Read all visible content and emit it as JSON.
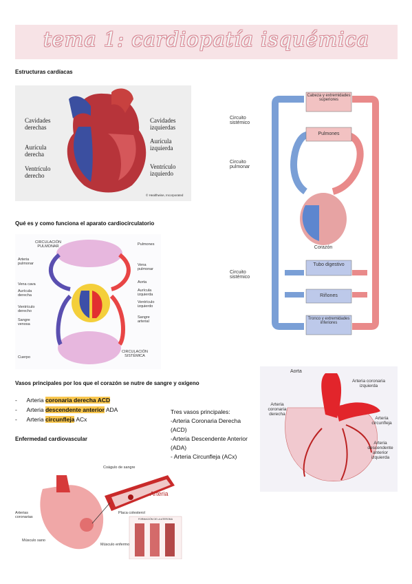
{
  "title": "tema 1: cardiopatía isquémica",
  "sections": {
    "estructuras": "Estructuras cardíacas",
    "que_es": "Qué es y como funciona el aparato cardiocirculatorio",
    "vasos": "Vasos principales por los que el corazón se nutre de sangre y oxígeno",
    "enfermedad": "Enfermedad cardiovascular"
  },
  "heart_structures": {
    "cav_der": "Cavidades derechas",
    "auricula_der": "Aurícula derecha",
    "ventriculo_der": "Ventrículo derecho",
    "cav_izq": "Cavidades izquierdas",
    "auricula_izq": "Aurícula izquierda",
    "ventriculo_izq": "Ventrículo izquierdo",
    "credit": "© Healthwise, Incorporated"
  },
  "circulation_diagram": {
    "circ_pulmonar": "CIRCULACIÓN PULMONAR",
    "circ_sistemica": "CIRCULACIÓN SISTÉMICA",
    "left": [
      "Arteria pulmonar",
      "Vena cava",
      "Aurícula derecha",
      "Ventrículo derecho",
      "Sangre venosa",
      "Cuerpo"
    ],
    "right": [
      "Pulmones",
      "Vena pulmonar",
      "Aorta",
      "Aurícula izquierda",
      "Ventrículo izquierdo",
      "Sangre arterial"
    ]
  },
  "circuit_diagram": {
    "cabeza": "Cabeza y extremidades superiores",
    "pulmones": "Pulmones",
    "tubo": "Tubo digestivo",
    "rinones": "Riñones",
    "tronco": "Tronco y extremidades inferiores",
    "corazon": "Corazón",
    "sistemico_1": "Circuito sistémico",
    "pulmonar": "Circuito pulmonar",
    "sistemico_2": "Circuito sistémico"
  },
  "arteries_list": [
    {
      "prefix": "Arteria ",
      "highlight": "coronaria derecha ACD",
      "suffix": ""
    },
    {
      "prefix": "Arteria ",
      "highlight": "descendente anterior",
      "suffix": " ADA"
    },
    {
      "prefix": "Arteria ",
      "highlight": "circunfleja",
      "suffix": " ACx"
    }
  ],
  "tres_vasos": [
    "Tres vasos principales:",
    "-Arteria Coronaria Derecha (ACD)",
    "-Arteria Descendente Anterior (ADA)",
    "- Arteria Circunfleja (ACx)"
  ],
  "coronary_diagram": {
    "aorta": "Aorta",
    "coronaria_izq": "Arteria coronaria izquierda",
    "coronaria_der": "Arteria coronaria derecha",
    "circunfleja": "Arteria circunfleja",
    "descendente": "Arteria descendente anterior izquierda"
  },
  "disease_diagram": {
    "coagulo": "Coágulo de sangre",
    "arteria": "Arteria",
    "placa": "Placa colesterol",
    "arterias_coronarias": "Arterias coronarias",
    "musculo_sano": "Músculo sano",
    "musculo_enfermo": "Músculo enfermo",
    "formacion": "FORMACIÓN DE LA ATEROMA"
  }
}
